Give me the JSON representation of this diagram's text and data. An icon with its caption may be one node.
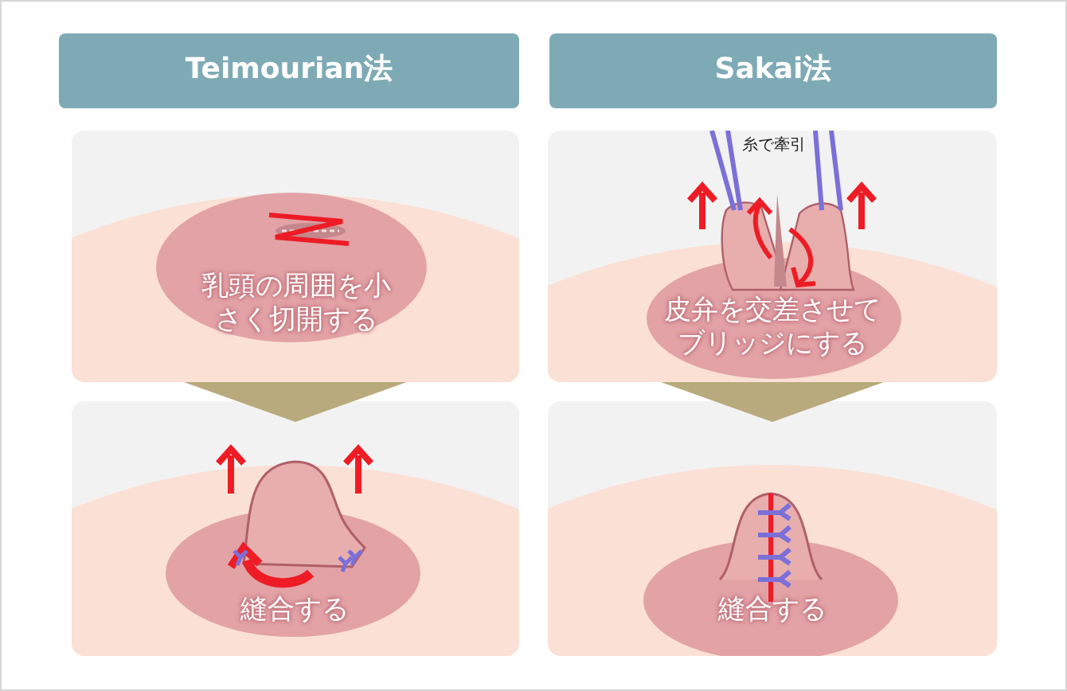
{
  "diagram": {
    "nodes": [
      {
        "text": [
          "Teimourian法"
        ]
      },
      {
        "text": [
          "乳頭の周囲を小さく切開する"
        ]
      },
      {
        "text": [
          "縫合する"
        ]
      },
      {
        "text": [
          "Sakai法"
        ]
      },
      {
        "text": [
          "糸で牽引",
          "皮弁を交差させてブリッジにする"
        ]
      },
      {
        "text": [
          "縫合する"
        ]
      }
    ],
    "edges": [
      {
        "from": 1,
        "to": 2,
        "arrow": "to"
      },
      {
        "from": 4,
        "to": 5,
        "arrow": "to"
      }
    ]
  }
}
